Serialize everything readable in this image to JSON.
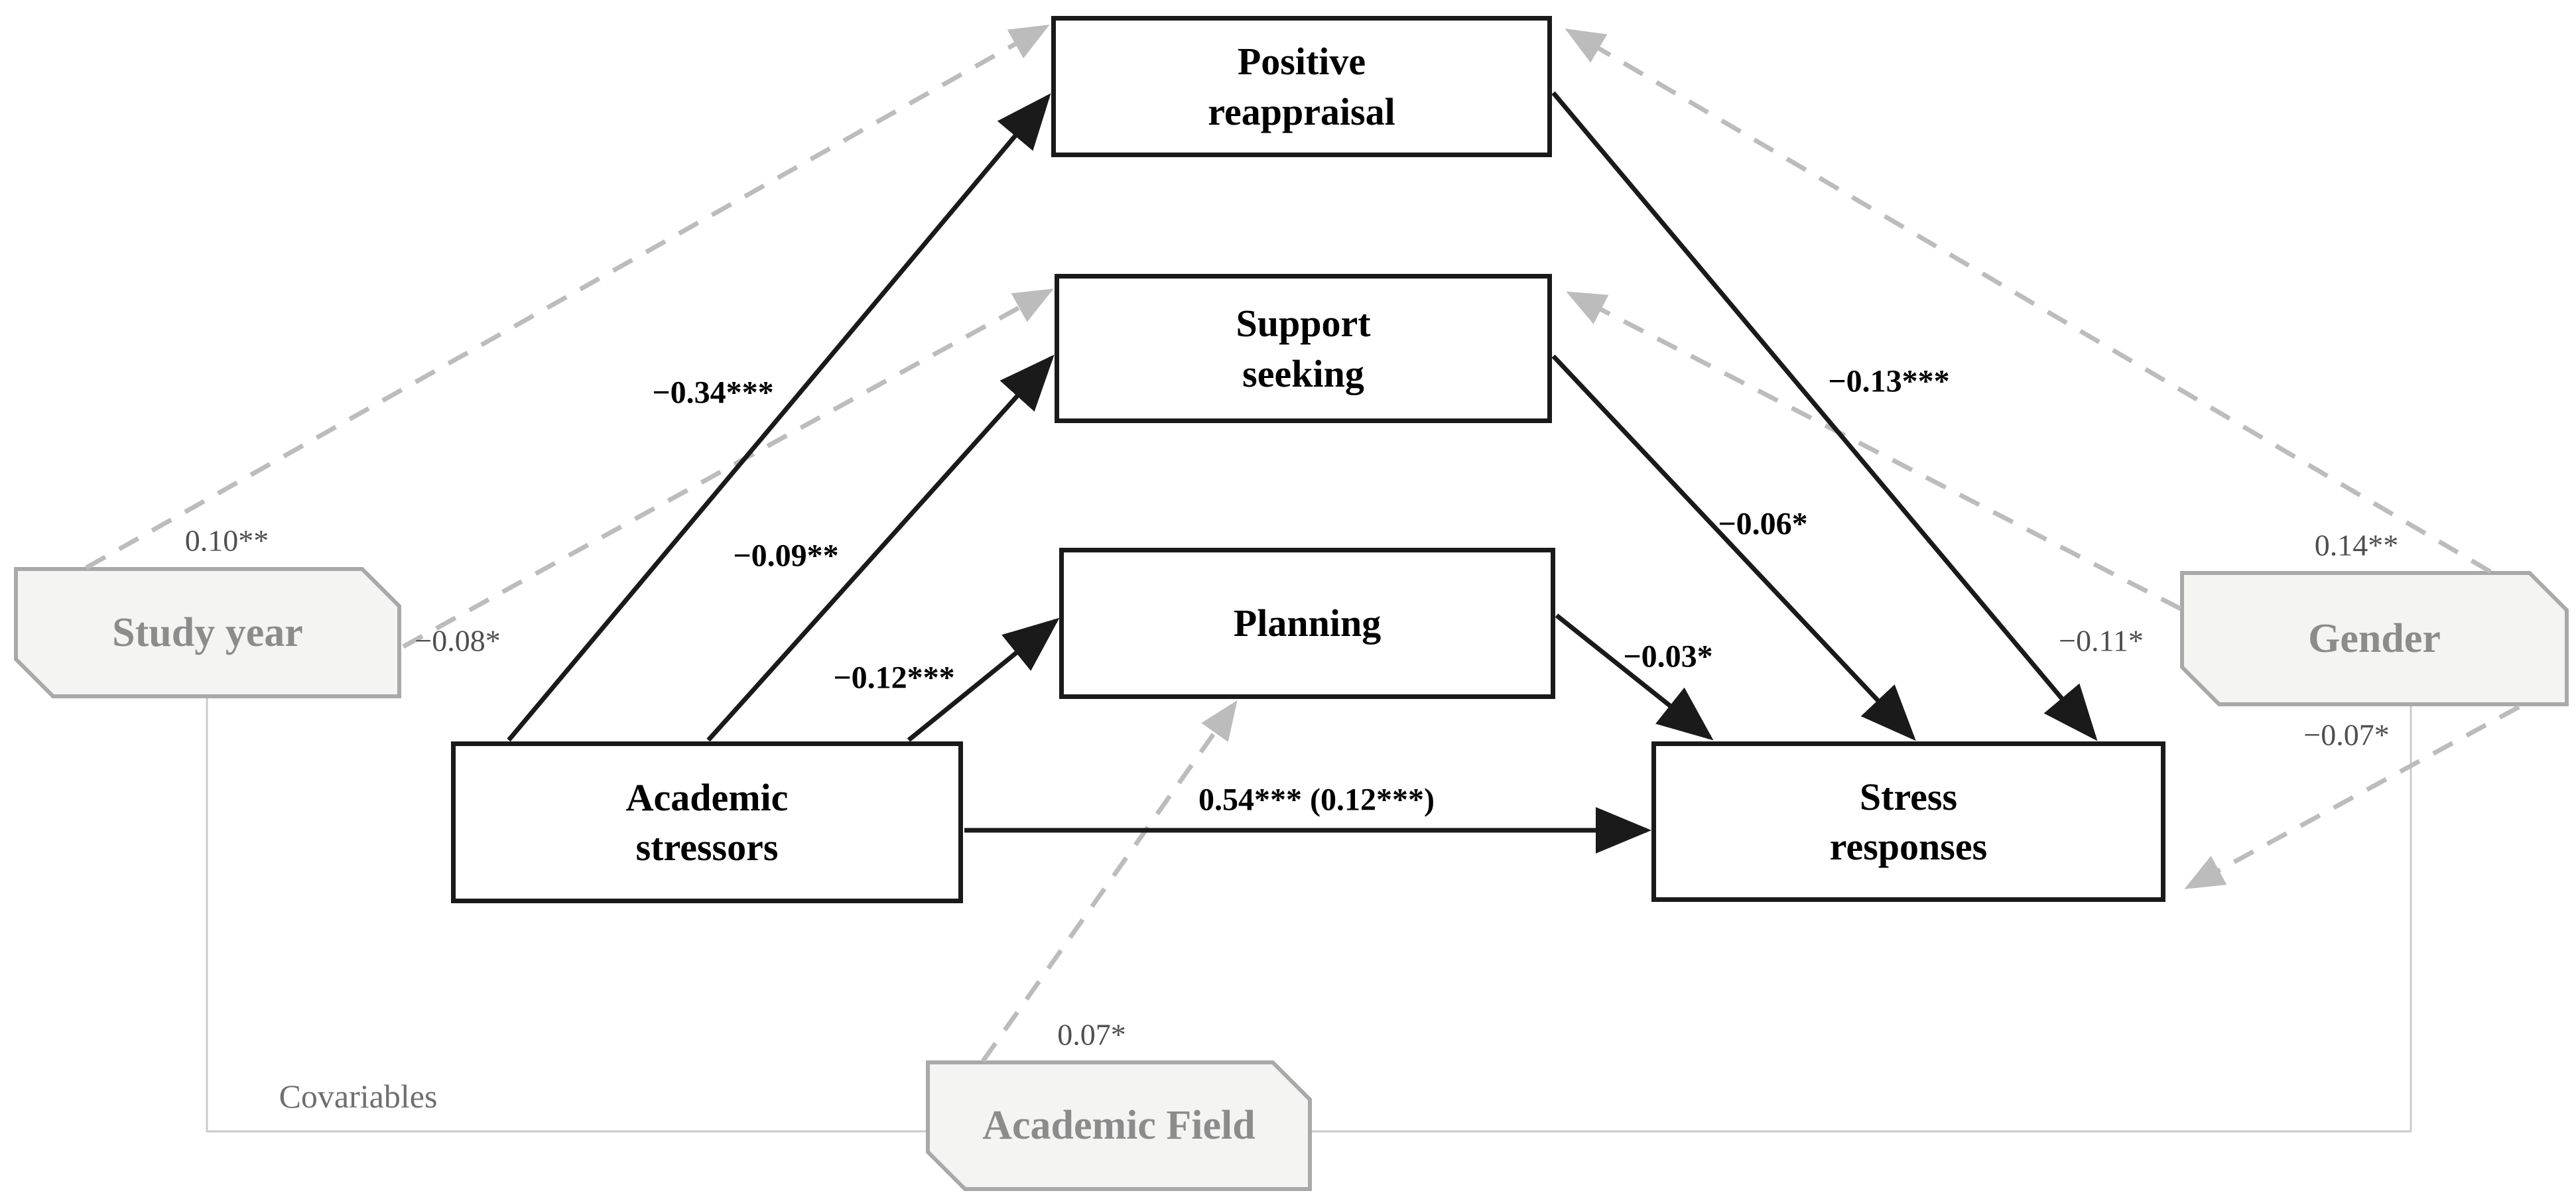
{
  "colors": {
    "box_border": "#1a1a1a",
    "box_fill": "#ffffff",
    "box_text": "#000000",
    "cov_border": "#a9a9a9",
    "cov_fill": "#f4f4f3",
    "cov_text": "#8c8c8c",
    "solid_arrow": "#1a1a1a",
    "dashed_arrow": "#bcbcbc",
    "bracket_line": "#cbcbcb",
    "coef_black": "#000000",
    "coef_gray": "#4f4f4f",
    "covariables_text": "#6f6f6f"
  },
  "nodes": {
    "positive_reappraisal": "Positive\nreappraisal",
    "support_seeking": "Support\nseeking",
    "planning": "Planning",
    "academic_stressors": "Academic\nstressors",
    "stress_responses": "Stress\nresponses"
  },
  "covariables": {
    "section_label": "Covariables",
    "study_year": "Study year",
    "gender": "Gender",
    "academic_field": "Academic Field"
  },
  "coefficients": {
    "stressors_to_positive_reappraisal": "−0.34***",
    "stressors_to_support_seeking": "−0.09**",
    "stressors_to_planning": "−0.12***",
    "stressors_to_stress_responses": "0.54*** (0.12***)",
    "positive_reappraisal_to_stress_responses": "−0.13***",
    "support_seeking_to_stress_responses": "−0.06*",
    "planning_to_stress_responses": "−0.03*",
    "study_year_to_positive_reappraisal": "0.10**",
    "study_year_to_support_seeking": "−0.08*",
    "gender_to_positive_reappraisal": "0.14**",
    "gender_to_support_seeking": "−0.11*",
    "gender_to_stress_responses": "−0.07*",
    "academic_field_to_planning": "0.07*"
  }
}
